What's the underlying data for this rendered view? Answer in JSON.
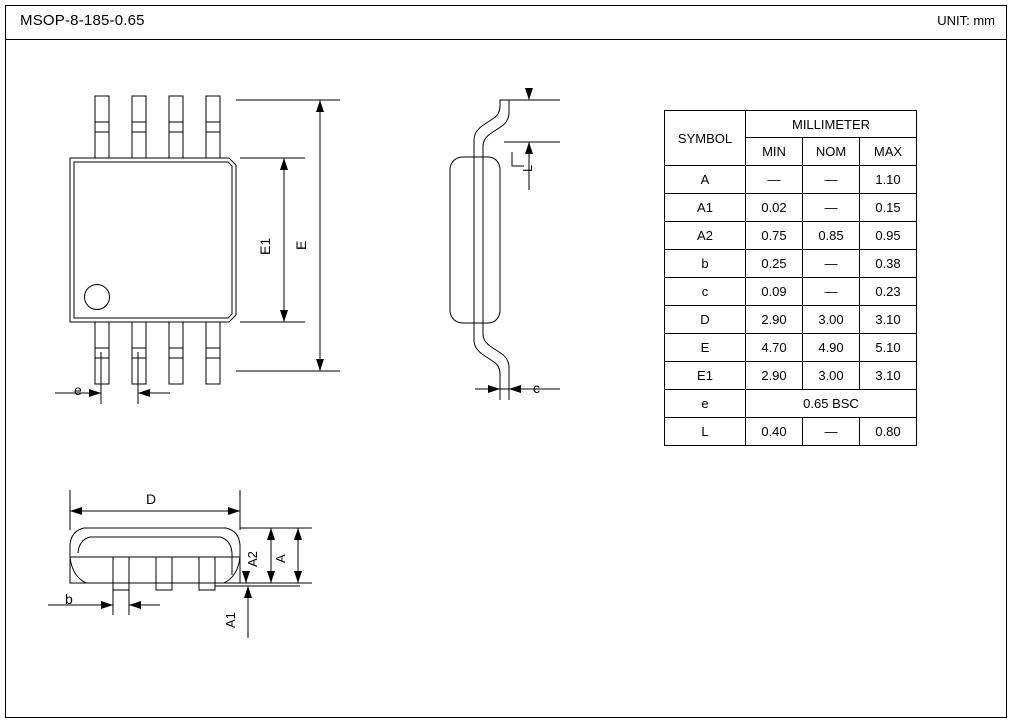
{
  "header": {
    "title": "MSOP-8-185-0.65",
    "unit": "UNIT: mm"
  },
  "table": {
    "symbol_header": "SYMBOL",
    "group_header": "MILLIMETER",
    "columns": [
      "MIN",
      "NOM",
      "MAX"
    ],
    "rows": [
      {
        "symbol": "A",
        "min": "—",
        "nom": "—",
        "max": "1.10"
      },
      {
        "symbol": "A1",
        "min": "0.02",
        "nom": "—",
        "max": "0.15"
      },
      {
        "symbol": "A2",
        "min": "0.75",
        "nom": "0.85",
        "max": "0.95"
      },
      {
        "symbol": "b",
        "min": "0.25",
        "nom": "—",
        "max": "0.38"
      },
      {
        "symbol": "c",
        "min": "0.09",
        "nom": "—",
        "max": "0.23"
      },
      {
        "symbol": "D",
        "min": "2.90",
        "nom": "3.00",
        "max": "3.10"
      },
      {
        "symbol": "E",
        "min": "4.70",
        "nom": "4.90",
        "max": "5.10"
      },
      {
        "symbol": "E1",
        "min": "2.90",
        "nom": "3.00",
        "max": "3.10"
      },
      {
        "symbol": "e",
        "span": "0.65 BSC"
      },
      {
        "symbol": "L",
        "min": "0.40",
        "nom": "—",
        "max": "0.80"
      }
    ]
  },
  "views": {
    "top": {
      "name": "top-view",
      "dim_E": "E",
      "dim_E1": "E1",
      "dim_e": "e"
    },
    "side": {
      "name": "side-view",
      "dim_L": "L",
      "dim_c": "c"
    },
    "front": {
      "name": "front-view",
      "dim_D": "D",
      "dim_A": "A",
      "dim_A1": "A1",
      "dim_A2": "A2",
      "dim_b": "b"
    }
  },
  "colors": {
    "line": "#000000",
    "background": "#ffffff"
  }
}
